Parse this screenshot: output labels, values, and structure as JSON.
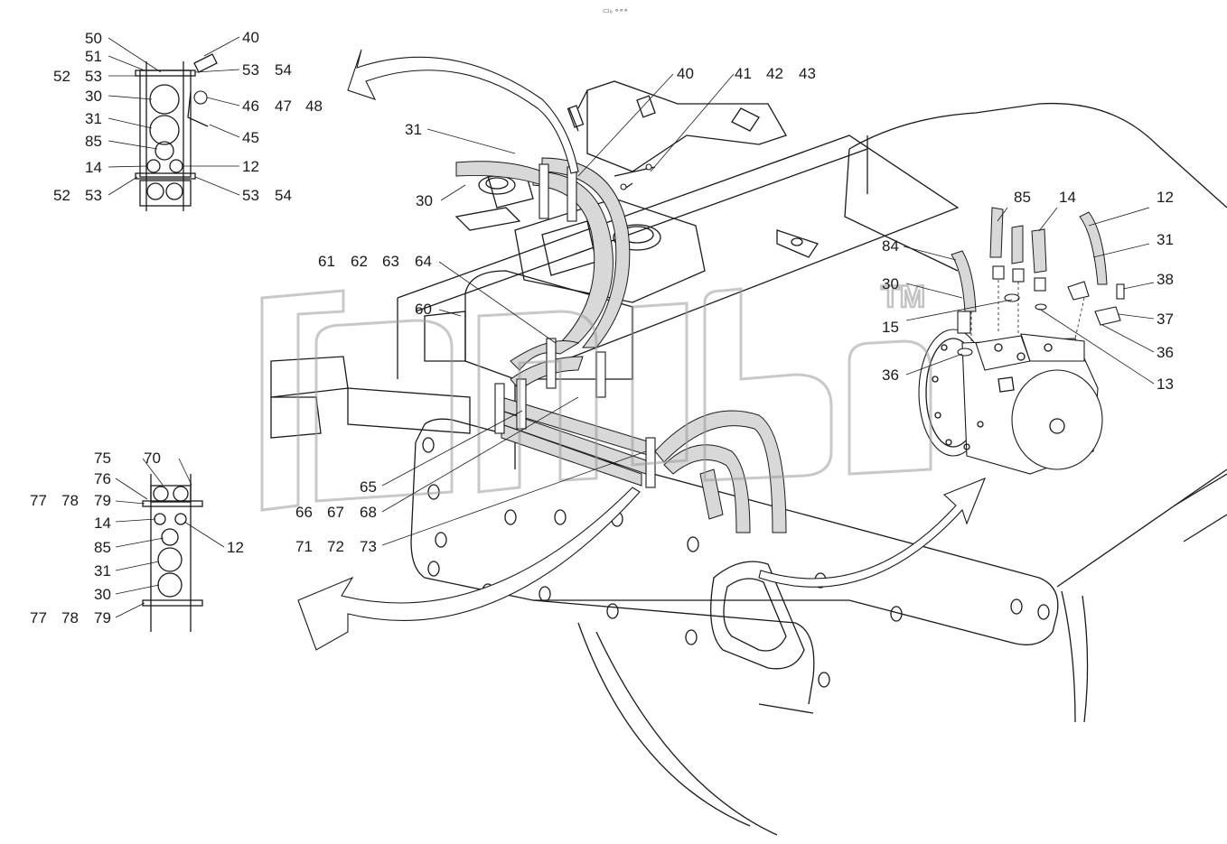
{
  "header_text": "▭₀ ∘∘∘",
  "watermark": {
    "text": "TM"
  },
  "labels": {
    "l50": "50",
    "l51": "51",
    "l52a": "52",
    "l53a": "53",
    "l30a": "30",
    "l31a": "31",
    "l85a": "85",
    "l14a": "14",
    "l52b": "52",
    "l53b": "53",
    "l40a": "40",
    "l53c": "53",
    "l54a": "54",
    "l46": "46",
    "l47": "47",
    "l48": "48",
    "l45": "45",
    "l12a": "12",
    "l53d": "53",
    "l54b": "54",
    "l40b": "40",
    "l41": "41",
    "l42": "42",
    "l43": "43",
    "l31b": "31",
    "l30b": "30",
    "l61": "61",
    "l62": "62",
    "l63": "63",
    "l64": "64",
    "l60": "60",
    "l65": "65",
    "l66": "66",
    "l67": "67",
    "l68": "68",
    "l71": "71",
    "l72": "72",
    "l73": "73",
    "l75": "75",
    "l70": "70",
    "l76": "76",
    "l77a": "77",
    "l78a": "78",
    "l79a": "79",
    "l14b": "14",
    "l12b": "12",
    "l85b": "85",
    "l31c": "31",
    "l30c": "30",
    "l77b": "77",
    "l78b": "78",
    "l79b": "79",
    "l85c": "85",
    "l14c": "14",
    "l12c": "12",
    "l84": "84",
    "l31d": "31",
    "l38": "38",
    "l30d": "30",
    "l37": "37",
    "l15": "15",
    "l36a": "36",
    "l36b": "36",
    "l13": "13"
  }
}
